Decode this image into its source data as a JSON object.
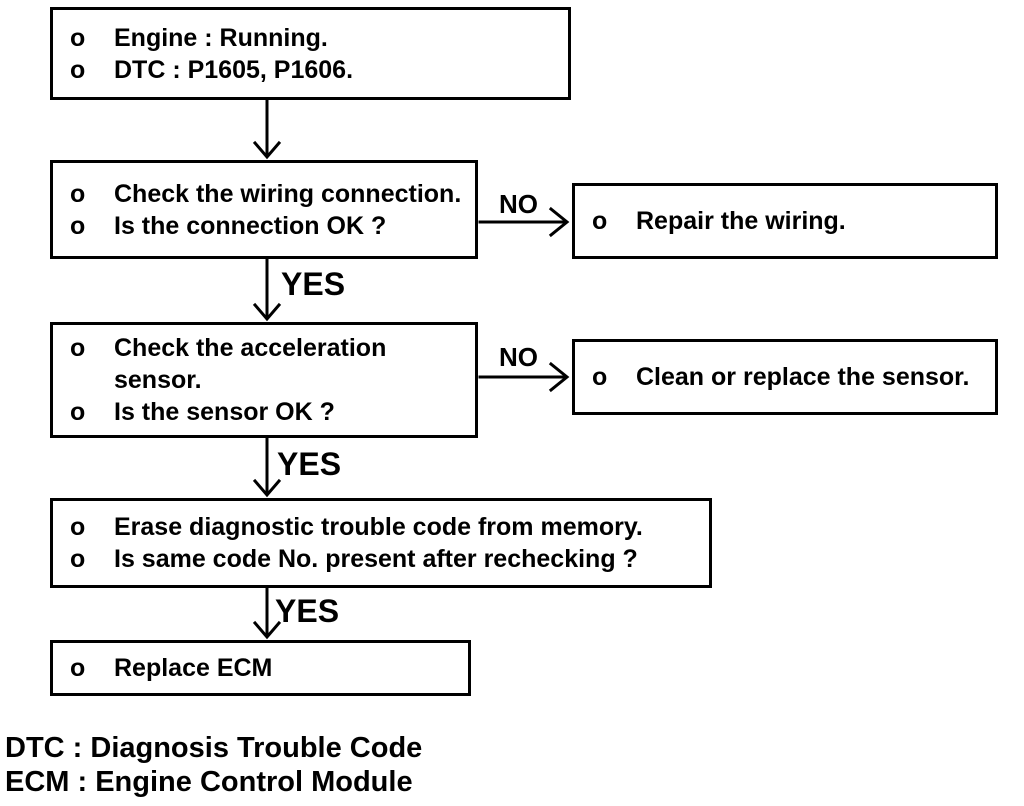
{
  "flowchart": {
    "boxes": {
      "start": {
        "items": [
          {
            "bullet": "o",
            "text": "Engine : Running."
          },
          {
            "bullet": "o",
            "text": "DTC : P1605, P1606."
          }
        ]
      },
      "check_wiring": {
        "items": [
          {
            "bullet": "o",
            "text": "Check the wiring connection."
          },
          {
            "bullet": "o",
            "text": "Is the connection OK ?"
          }
        ]
      },
      "repair_wiring": {
        "items": [
          {
            "bullet": "o",
            "text": "Repair the wiring."
          }
        ]
      },
      "check_sensor": {
        "items": [
          {
            "bullet": "o",
            "text": "Check the acceleration"
          },
          {
            "bullet": "",
            "text": "sensor."
          },
          {
            "bullet": "o",
            "text": "Is the sensor OK ?"
          }
        ]
      },
      "clean_sensor": {
        "items": [
          {
            "bullet": "o",
            "text": "Clean or replace the sensor."
          }
        ]
      },
      "erase_code": {
        "items": [
          {
            "bullet": "o",
            "text": "Erase diagnostic trouble code from memory."
          },
          {
            "bullet": "o",
            "text": "Is same code No. present after rechecking ?"
          }
        ]
      },
      "replace_ecm": {
        "items": [
          {
            "bullet": "o",
            "text": "Replace ECM"
          }
        ]
      }
    },
    "labels": {
      "no1": "NO",
      "yes1": "YES",
      "no2": "NO",
      "yes2": "YES",
      "yes3": "YES"
    },
    "legend": [
      "DTC : Diagnosis Trouble Code",
      "ECM : Engine Control Module"
    ],
    "colors": {
      "line": "#000000",
      "background": "#ffffff"
    }
  }
}
